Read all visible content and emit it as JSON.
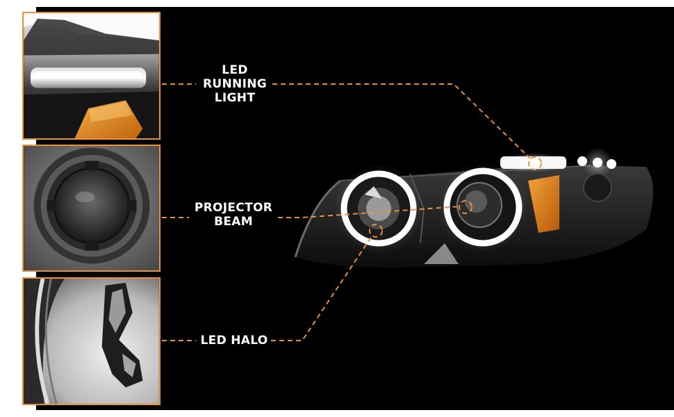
{
  "callouts": {
    "running_light": {
      "lines": [
        "LED",
        "RUNNING",
        "LIGHT"
      ]
    },
    "projector": {
      "lines": [
        "PROJECTOR",
        "BEAM"
      ]
    },
    "halo": {
      "lines": [
        "LED HALO"
      ]
    }
  },
  "colors": {
    "accent": "#e8913a",
    "background": "#000000",
    "amber": "#e07c12",
    "text": "#ffffff"
  },
  "icons": {
    "thumb_running_light": "led-strip-closeup",
    "thumb_projector": "projector-lens-closeup",
    "thumb_halo": "halo-ring-closeup",
    "main": "car-headlight-photo"
  }
}
